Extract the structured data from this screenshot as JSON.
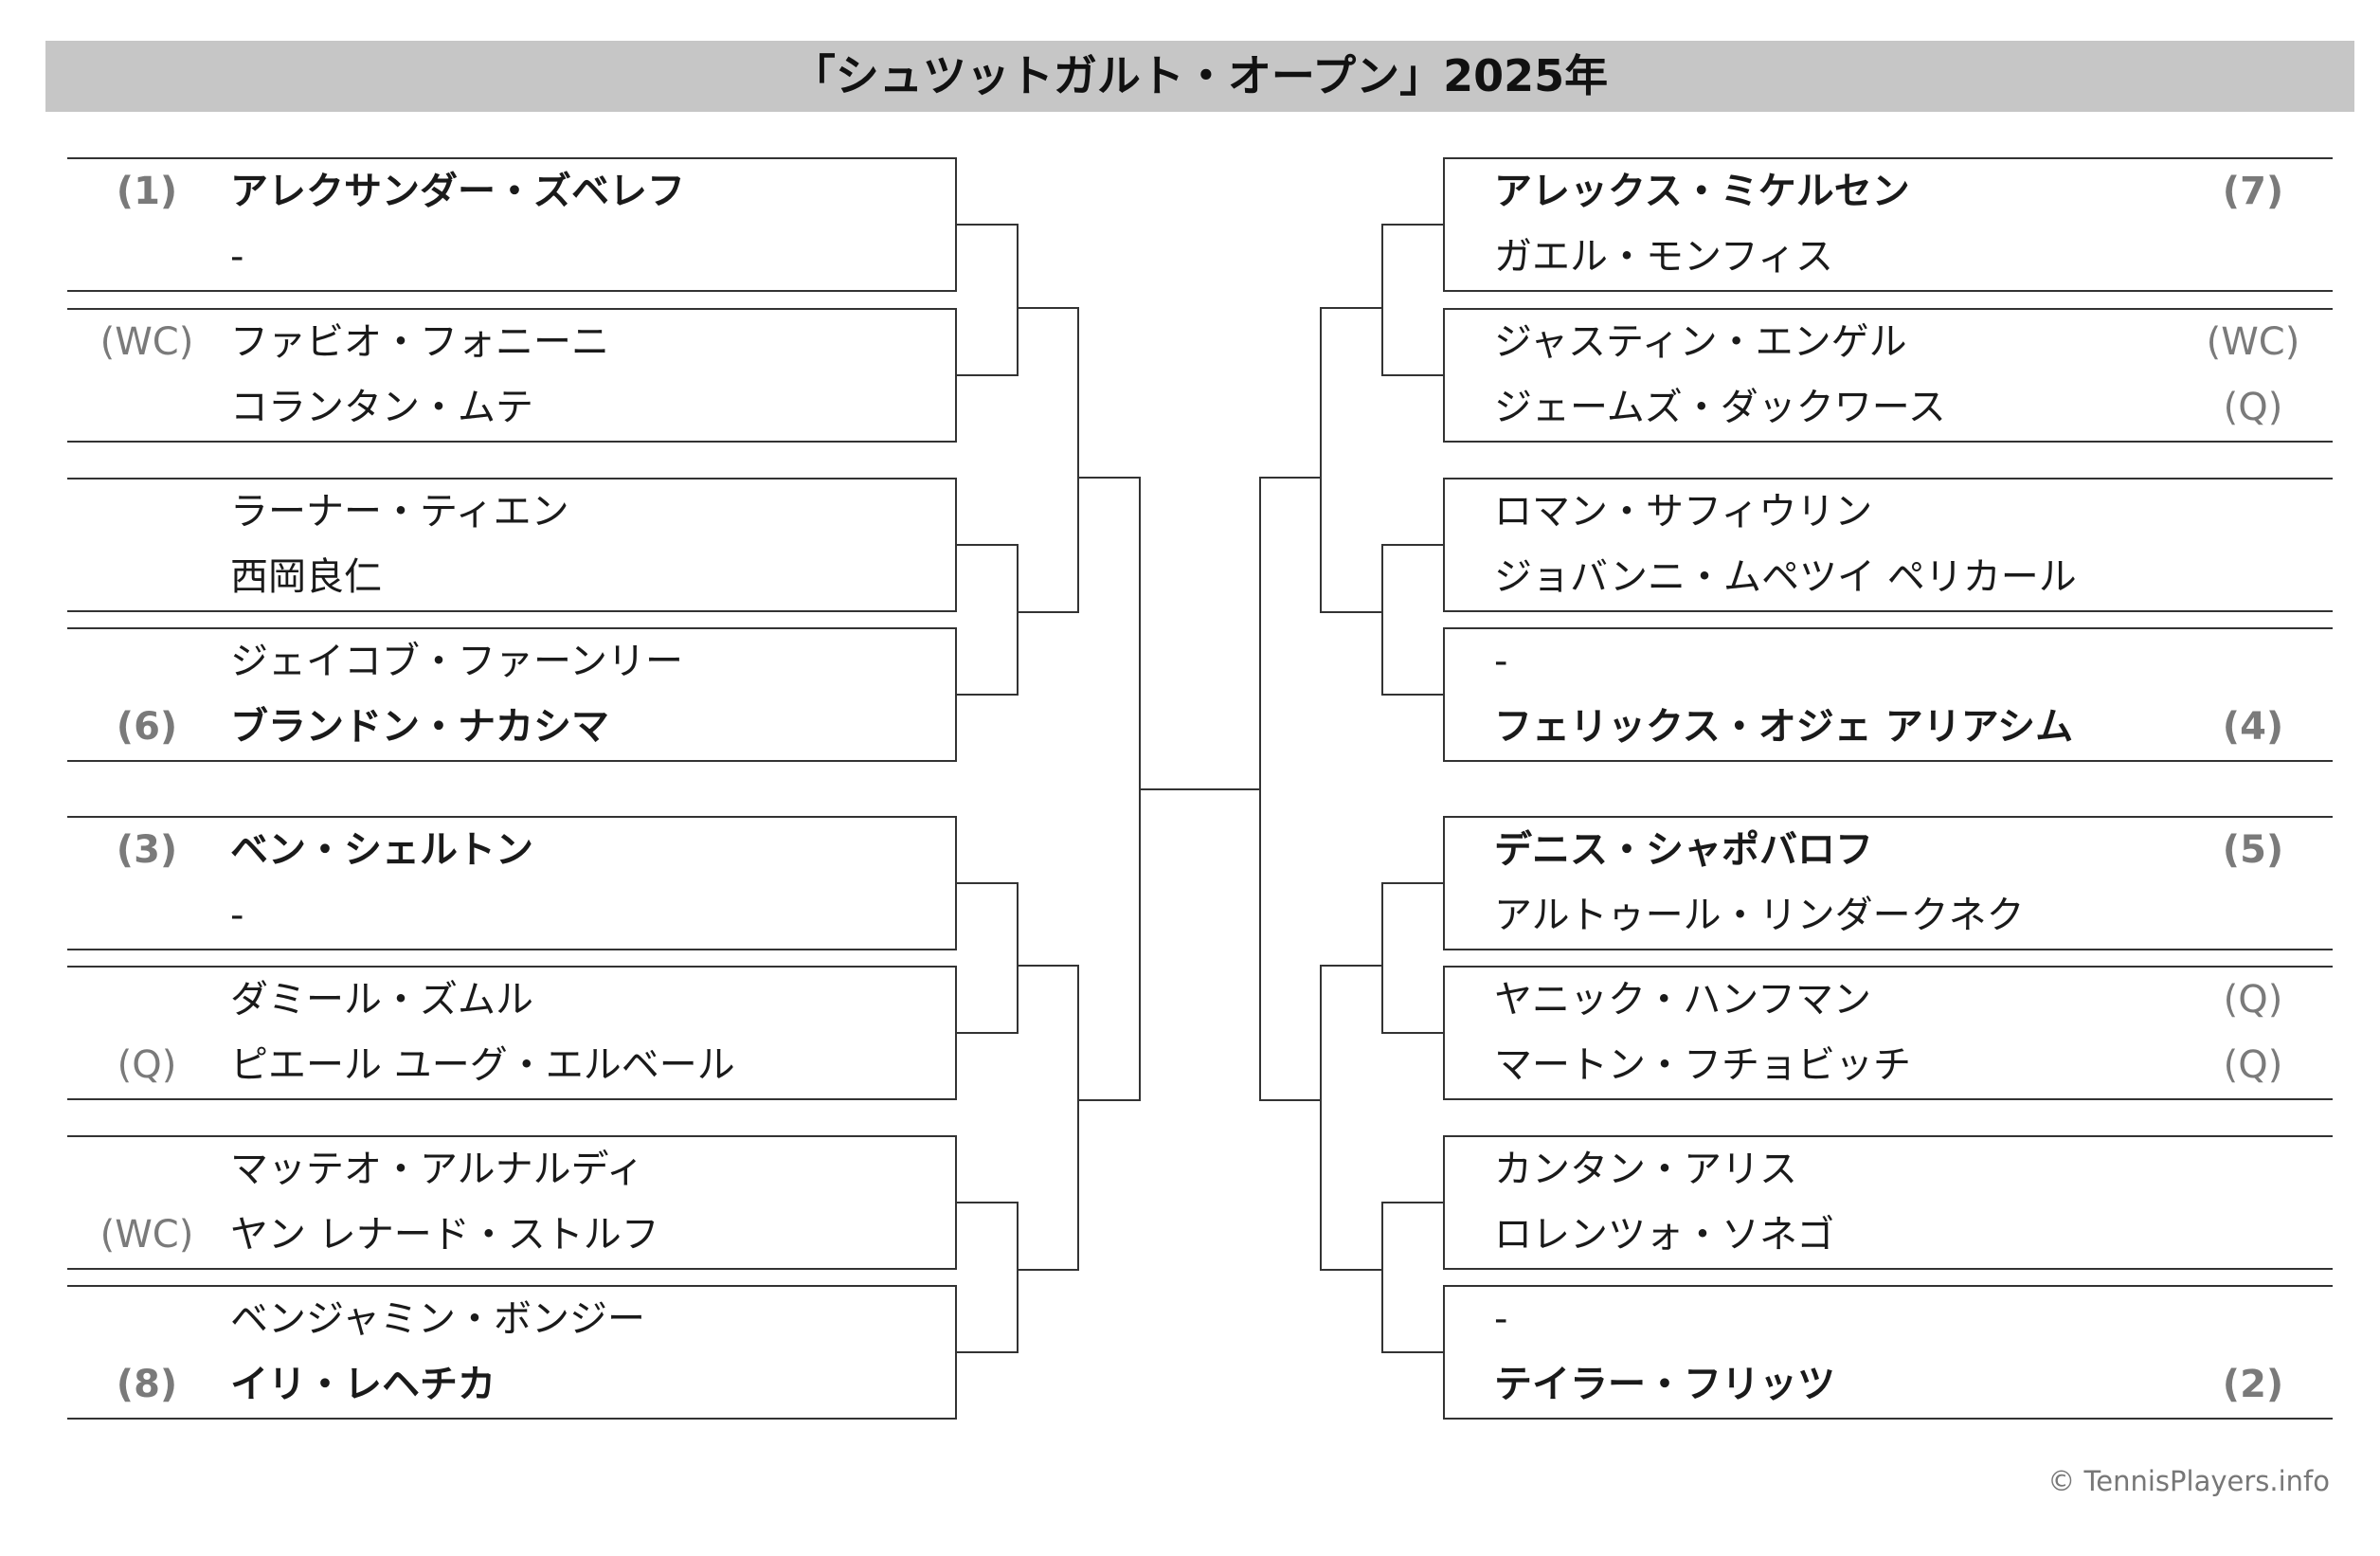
{
  "title": "「シュツットガルト・オープン」2025年",
  "copyright": "© TennisPlayers.info",
  "draw": {
    "left": [
      {
        "players": [
          {
            "seed": "(1)",
            "name": "アレクサンダー・ズベレフ",
            "bold": true
          },
          {
            "name": "-"
          }
        ]
      },
      {
        "players": [
          {
            "seed": "(WC)",
            "name": "ファビオ・フォニーニ"
          },
          {
            "name": "コランタン・ムテ"
          }
        ]
      },
      {
        "players": [
          {
            "name": "ラーナー・ティエン"
          },
          {
            "name": "西岡良仁"
          }
        ]
      },
      {
        "players": [
          {
            "name": "ジェイコブ・ファーンリー"
          },
          {
            "seed": "(6)",
            "name": "ブランドン・ナカシマ",
            "bold": true
          }
        ]
      },
      {
        "players": [
          {
            "seed": "(3)",
            "name": "ベン・シェルトン",
            "bold": true
          },
          {
            "name": "-"
          }
        ]
      },
      {
        "players": [
          {
            "name": "ダミール・ズムル"
          },
          {
            "seed": "(Q)",
            "name": "ピエール ユーグ・エルベール"
          }
        ]
      },
      {
        "players": [
          {
            "name": "マッテオ・アルナルディ"
          },
          {
            "seed": "(WC)",
            "name": "ヤン レナード・ストルフ"
          }
        ]
      },
      {
        "players": [
          {
            "name": "ベンジャミン・ボンジー"
          },
          {
            "seed": "(8)",
            "name": "イリ・レヘチカ",
            "bold": true
          }
        ]
      }
    ],
    "right": [
      {
        "players": [
          {
            "seed": "(7)",
            "name": "アレックス・ミケルセン",
            "bold": true
          },
          {
            "name": "ガエル・モンフィス"
          }
        ]
      },
      {
        "players": [
          {
            "seed": "(WC)",
            "name": "ジャスティン・エンゲル"
          },
          {
            "seed": "(Q)",
            "name": "ジェームズ・ダックワース"
          }
        ]
      },
      {
        "players": [
          {
            "name": "ロマン・サフィウリン"
          },
          {
            "name": "ジョバンニ・ムペツイ ペリカール"
          }
        ]
      },
      {
        "players": [
          {
            "name": "-"
          },
          {
            "seed": "(4)",
            "name": "フェリックス・オジェ アリアシム",
            "bold": true
          }
        ]
      },
      {
        "players": [
          {
            "seed": "(5)",
            "name": "デニス・シャポバロフ",
            "bold": true
          },
          {
            "name": "アルトゥール・リンダークネク"
          }
        ]
      },
      {
        "players": [
          {
            "seed": "(Q)",
            "name": "ヤニック・ハンフマン"
          },
          {
            "seed": "(Q)",
            "name": "マートン・フチョビッチ"
          }
        ]
      },
      {
        "players": [
          {
            "name": "カンタン・アリス"
          },
          {
            "name": "ロレンツォ・ソネゴ"
          }
        ]
      },
      {
        "players": [
          {
            "name": "-"
          },
          {
            "seed": "(2)",
            "name": "テイラー・フリッツ",
            "bold": true
          }
        ]
      }
    ]
  }
}
